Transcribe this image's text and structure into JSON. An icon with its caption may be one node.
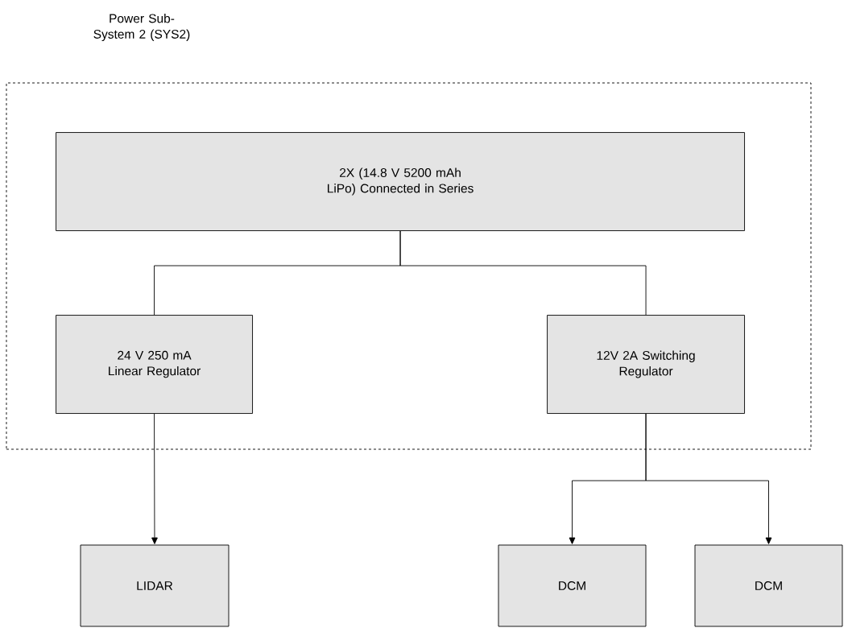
{
  "diagram": {
    "nodes": [
      {
        "text": [
          "Power Sub-System 2 (SYS2)"
        ]
      },
      {
        "text": [
          "2X (14.8 V 5200 mAh LiPo) Connected in Series"
        ],
        "in": 0
      },
      {
        "text": [
          "24 V 250 mA Linear Regulator"
        ],
        "in": 0
      },
      {
        "text": [
          "12V 2A Switching Regulator"
        ],
        "in": 0
      },
      {
        "text": [
          "LIDAR"
        ]
      },
      {
        "text": [
          "DCM"
        ]
      },
      {
        "text": [
          "DCM"
        ]
      }
    ],
    "edges": [
      {
        "from": 1,
        "to": 2,
        "arrow": "none"
      },
      {
        "from": 1,
        "to": 3,
        "arrow": "none"
      },
      {
        "from": 2,
        "to": 4,
        "arrow": "to"
      },
      {
        "from": 3,
        "to": 5,
        "arrow": "to"
      },
      {
        "from": 3,
        "to": 6,
        "arrow": "to"
      }
    ]
  }
}
